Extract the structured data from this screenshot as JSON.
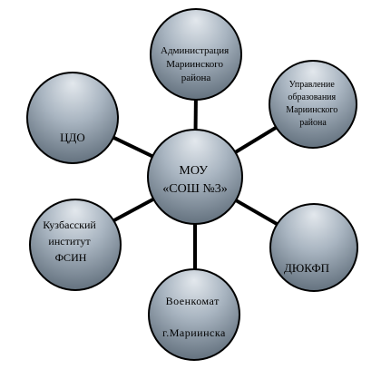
{
  "diagram": {
    "center": {
      "lines": [
        "МОУ",
        "«СОШ №3»"
      ]
    },
    "nodes": [
      {
        "id": "administration",
        "lines": [
          "Администрация",
          "Мариинского",
          "района"
        ]
      },
      {
        "id": "education-dept",
        "lines": [
          "Управление",
          "образования",
          "Мариинского",
          "района"
        ]
      },
      {
        "id": "dyukfp",
        "lines": [
          "ДЮКФП"
        ]
      },
      {
        "id": "voenkomat",
        "lines": [
          "Военкомат",
          "",
          "г.Мариинска"
        ]
      },
      {
        "id": "fsin-institute",
        "lines": [
          "Кузбасский",
          "институт",
          "ФСИН"
        ]
      },
      {
        "id": "cdo",
        "lines": [
          "ЦДО"
        ]
      }
    ],
    "colors": {
      "circle_light": "#e3e8ed",
      "circle_mid": "#a9b5c1",
      "circle_dark": "#5d6b78",
      "connector": "#000000",
      "outline": "#000000"
    }
  }
}
